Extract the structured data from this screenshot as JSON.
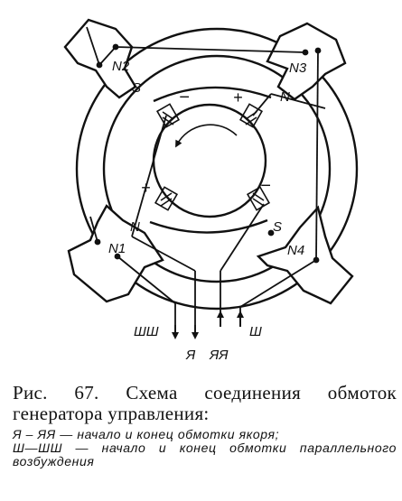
{
  "poles": {
    "n2": "N2",
    "n3": "N3",
    "n1": "N1",
    "n4": "N4",
    "s_top_left": "S",
    "s_bottom_right": "S"
  },
  "armature": {
    "minus_top": "−",
    "plus_top": "+",
    "plus_bottom": "+",
    "minus_bottom": "−",
    "n_top_right": "N",
    "n_bottom_left": "N"
  },
  "terminals": {
    "shsh": "ШШ",
    "ya": "Я",
    "yaya": "ЯЯ",
    "sh": "Ш"
  },
  "caption": {
    "title": "Рис. 67. Схема соединения обмоток генератора управления:",
    "note_line1": "Я – ЯЯ — начало и конец обмотки якоря;",
    "note_line2": "Ш—ШШ — начало и конец обмотки параллельного возбуждения"
  }
}
